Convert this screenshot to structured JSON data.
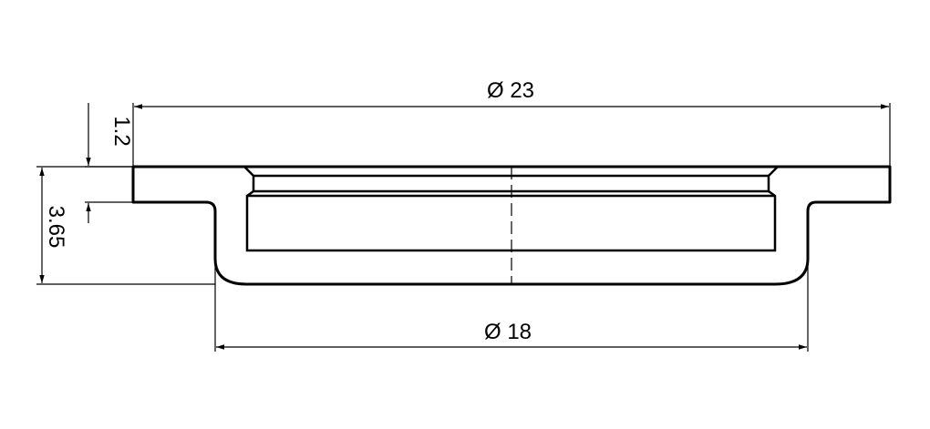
{
  "dimensions": {
    "outer_diameter": "Ø 23",
    "inner_diameter": "Ø 18",
    "flange_thickness": "1.2",
    "total_height": "3.65"
  }
}
